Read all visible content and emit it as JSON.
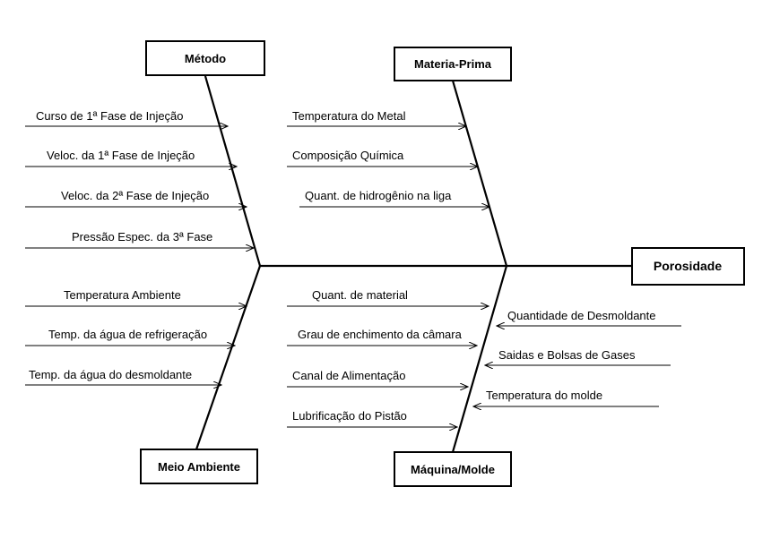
{
  "effect": {
    "label": "Porosidade"
  },
  "categories": {
    "metodo": {
      "label": "Método"
    },
    "materia_prima": {
      "label": "Materia-Prima"
    },
    "meio_ambiente": {
      "label": "Meio Ambiente"
    },
    "maquina_molde": {
      "label": "Máquina/Molde"
    }
  },
  "causes": {
    "metodo": [
      "Curso de 1ª Fase de Injeção",
      "Veloc. da 1ª Fase de Injeção",
      "Veloc. da 2ª Fase de Injeção",
      "Pressão Espec. da 3ª Fase"
    ],
    "materia_prima": [
      "Temperatura do Metal",
      "Composição Química",
      "Quant. de hidrogênio na liga"
    ],
    "meio_ambiente": [
      "Temperatura Ambiente",
      "Temp. da água de refrigeração",
      "Temp. da água do desmoldante"
    ],
    "maquina_molde_left": [
      "Quant. de material",
      "Grau de enchimento da câmara",
      "Canal de Alimentação",
      "Lubrificação do Pistão"
    ],
    "maquina_molde_right": [
      "Quantidade de Desmoldante",
      "Saidas  e Bolsas de Gases",
      "Temperatura do molde"
    ]
  }
}
